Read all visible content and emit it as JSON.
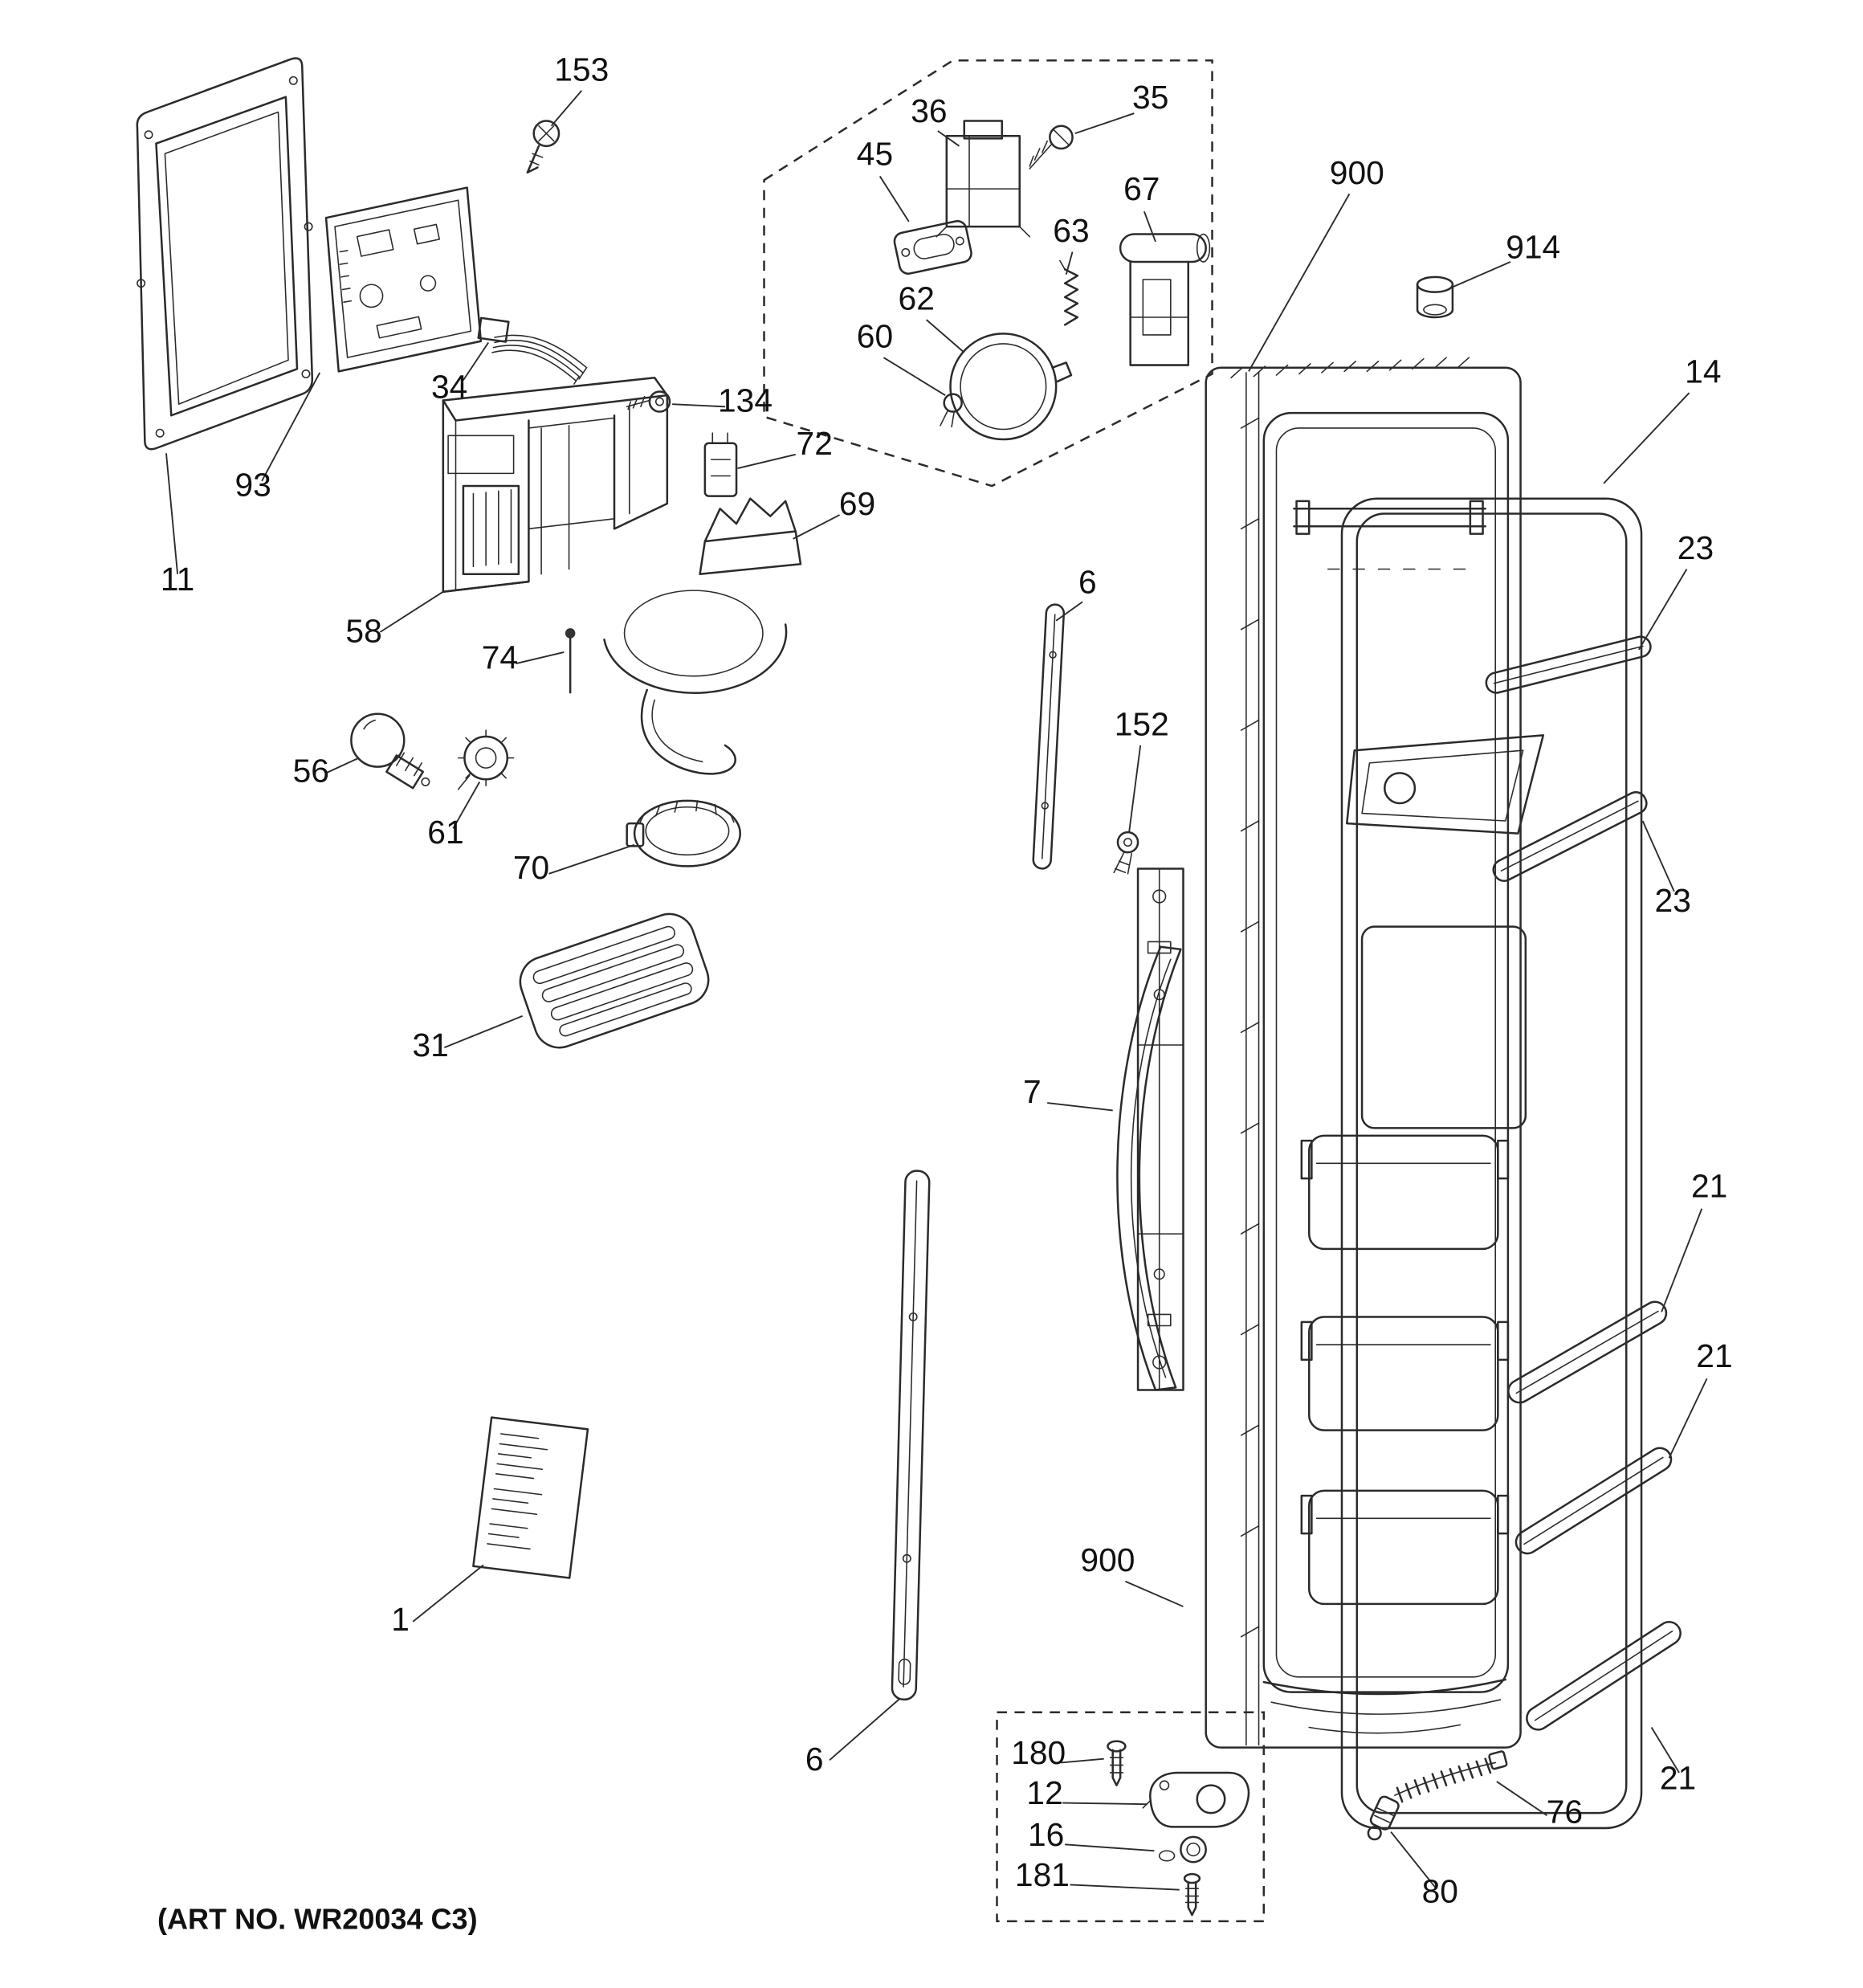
{
  "art_note": "(ART NO. WR20034 C3)",
  "diagram": {
    "type": "exploded-parts-diagram",
    "callouts": [
      {
        "label": "153"
      },
      {
        "label": "36"
      },
      {
        "label": "35"
      },
      {
        "label": "45"
      },
      {
        "label": "67"
      },
      {
        "label": "63"
      },
      {
        "label": "62"
      },
      {
        "label": "60"
      },
      {
        "label": "900"
      },
      {
        "label": "914"
      },
      {
        "label": "14"
      },
      {
        "label": "23"
      },
      {
        "label": "23"
      },
      {
        "label": "34"
      },
      {
        "label": "134"
      },
      {
        "label": "72"
      },
      {
        "label": "69"
      },
      {
        "label": "93"
      },
      {
        "label": "11"
      },
      {
        "label": "58"
      },
      {
        "label": "74"
      },
      {
        "label": "56"
      },
      {
        "label": "61"
      },
      {
        "label": "70"
      },
      {
        "label": "6"
      },
      {
        "label": "152"
      },
      {
        "label": "7"
      },
      {
        "label": "31"
      },
      {
        "label": "21"
      },
      {
        "label": "21"
      },
      {
        "label": "1"
      },
      {
        "label": "6"
      },
      {
        "label": "900"
      },
      {
        "label": "180"
      },
      {
        "label": "12"
      },
      {
        "label": "16"
      },
      {
        "label": "181"
      },
      {
        "label": "76"
      },
      {
        "label": "21"
      },
      {
        "label": "80"
      }
    ]
  }
}
